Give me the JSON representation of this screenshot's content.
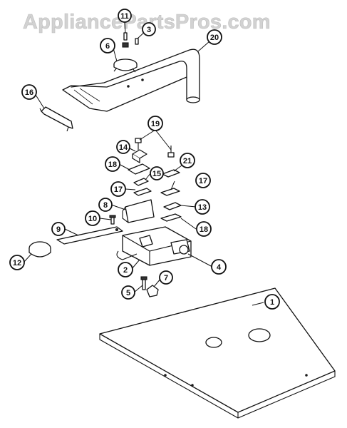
{
  "watermark": "AppliancePartsPros.com",
  "callouts": [
    {
      "id": "c1",
      "label": "1"
    },
    {
      "id": "c2",
      "label": "2"
    },
    {
      "id": "c3",
      "label": "3"
    },
    {
      "id": "c4",
      "label": "4"
    },
    {
      "id": "c5",
      "label": "5"
    },
    {
      "id": "c6",
      "label": "6"
    },
    {
      "id": "c7",
      "label": "7"
    },
    {
      "id": "c8",
      "label": "8"
    },
    {
      "id": "c9",
      "label": "9"
    },
    {
      "id": "c10",
      "label": "10"
    },
    {
      "id": "c11",
      "label": "11"
    },
    {
      "id": "c12",
      "label": "12"
    },
    {
      "id": "c13",
      "label": "13"
    },
    {
      "id": "c14",
      "label": "14"
    },
    {
      "id": "c15",
      "label": "15"
    },
    {
      "id": "c16",
      "label": "16"
    },
    {
      "id": "c17a",
      "label": "17"
    },
    {
      "id": "c17b",
      "label": "17"
    },
    {
      "id": "c18a",
      "label": "18"
    },
    {
      "id": "c18b",
      "label": "18"
    },
    {
      "id": "c19",
      "label": "19"
    },
    {
      "id": "c20",
      "label": "20"
    },
    {
      "id": "c21",
      "label": "21"
    }
  ]
}
